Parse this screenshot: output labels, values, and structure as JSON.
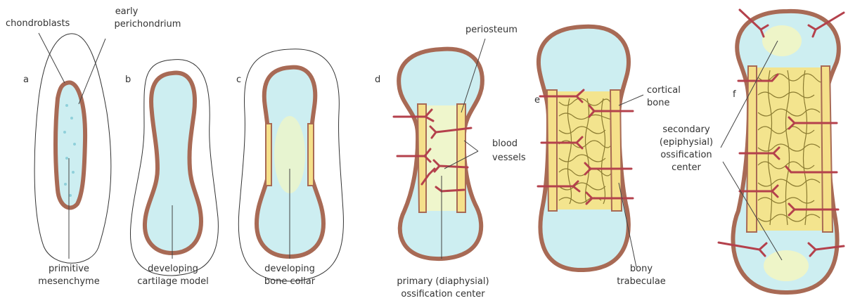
{
  "colors": {
    "cartilage": "#cdeef1",
    "perichondrium": "#a86a55",
    "bone": "#f5e08a",
    "trabeculae": "#f3e48e",
    "vessel": "#b4414c",
    "ossification_glow": "#eef5c8",
    "envelope_stroke": "#333333"
  },
  "panels": {
    "a": {
      "letter": "a"
    },
    "b": {
      "letter": "b"
    },
    "c": {
      "letter": "c"
    },
    "d": {
      "letter": "d"
    },
    "e": {
      "letter": "e"
    },
    "f": {
      "letter": "f"
    }
  },
  "labels": {
    "chondroblasts": "chondroblasts",
    "early_perichondrium": [
      "early",
      "perichondrium"
    ],
    "primitive_mesenchyme": [
      "primitive",
      "mesenchyme"
    ],
    "developing_cartilage_model": [
      "developing",
      "cartilage model"
    ],
    "developing_bone_collar": [
      "developing",
      "bone collar"
    ],
    "periosteum": "periosteum",
    "blood_vessels": [
      "blood",
      "vessels"
    ],
    "primary_ossification_center": [
      "primary (diaphysial)",
      "ossification center"
    ],
    "cortical_bone": [
      "cortical",
      "bone"
    ],
    "bony_trabeculae": [
      "bony",
      "trabeculae"
    ],
    "secondary_ossification_center": [
      "secondary",
      "(epiphysial)",
      "ossification",
      "center"
    ]
  }
}
